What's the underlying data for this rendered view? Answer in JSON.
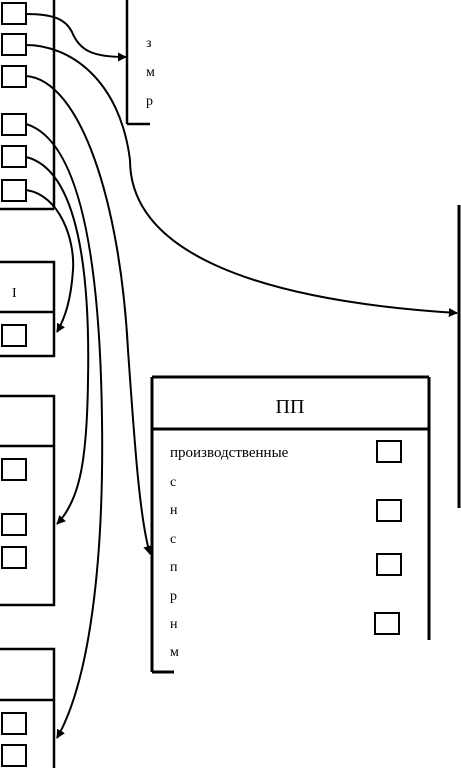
{
  "pp_box": {
    "title": "ПП",
    "first_item": "производственные",
    "item_initials": [
      "с",
      "н",
      "с",
      "п",
      "р",
      "н",
      "м"
    ]
  },
  "top_box": {
    "item_initials": [
      "з",
      "м",
      "р"
    ]
  },
  "small_box": {
    "header_initial": "I"
  }
}
